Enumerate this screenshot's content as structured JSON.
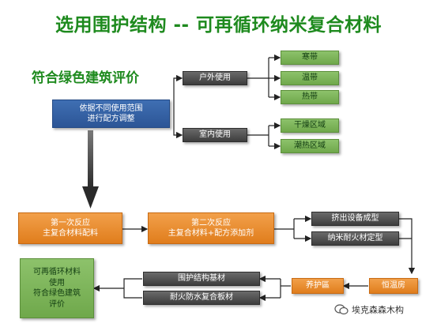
{
  "title": "选用围护结构 -- 可再循环纳米复合材料",
  "subtitle": "符合绿色建筑评价",
  "nodes": {
    "adjust": "依据不同使用范围\n进行配方调整",
    "outdoor": "户外使用",
    "indoor": "室内使用",
    "cold": "寒带",
    "temperate": "温带",
    "tropical": "热带",
    "dry": "干燥区域",
    "humid": "潮热区域",
    "reaction1": "第一次反应\n主复合材料配料",
    "reaction2": "第二次反应\n主复合材料+配方添加剂",
    "extrude": "挤出设备成型",
    "fire_shape": "纳米耐火材定型",
    "curing_room": "恒温房",
    "curing": "养护區",
    "base_material": "围护结构基材",
    "fire_board": "耐火防水复合板材",
    "recyclable": "可再循环材料\n使用\n符合绿色建筑\n评价"
  },
  "watermark": "埃克森森木构",
  "colors": {
    "title_green": "#1e8a1e",
    "blue_box": "#2c5596",
    "gray_box": "#4a4a4a",
    "green_box": "#7cb35a",
    "orange_box": "#e8892a"
  }
}
